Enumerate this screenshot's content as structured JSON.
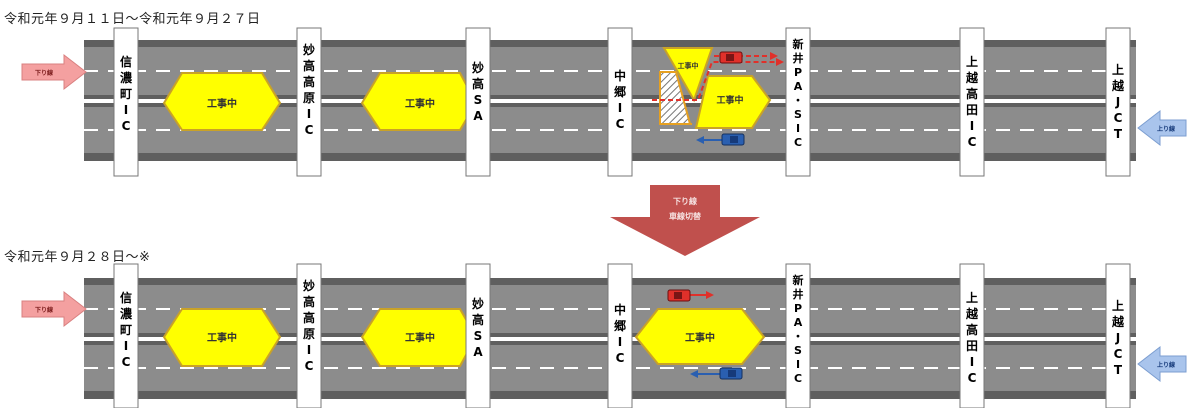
{
  "panel1": {
    "period": "令和元年９月１１日～令和元年９月２７日",
    "down_tag": "下り線",
    "up_tag": "上り線",
    "work_label": "工事中",
    "interchanges": [
      "信濃町IC",
      "妙高高原IC",
      "妙高SA",
      "中郷IC",
      "新井PA・SIC",
      "上越高田IC",
      "上越JCT"
    ]
  },
  "panel2": {
    "period": "令和元年９月２８日～※",
    "down_tag": "下り線",
    "up_tag": "上り線",
    "work_label": "工事中",
    "interchanges": [
      "信濃町IC",
      "妙高高原IC",
      "妙高SA",
      "中郷IC",
      "新井PA・SIC",
      "上越高田IC",
      "上越JCT"
    ]
  },
  "switch_arrow": {
    "line1": "下り線",
    "line2": "車線切替"
  },
  "colors": {
    "asphalt": "#8c8c8c",
    "work_zone": "#ffff00",
    "work_border": "#c9a227",
    "down_arrow": "#f4a0a0",
    "up_arrow": "#a9c4ec",
    "switch_arrow": "#c0504d",
    "car_down": "#e0302a",
    "car_up": "#2a5fb0"
  }
}
